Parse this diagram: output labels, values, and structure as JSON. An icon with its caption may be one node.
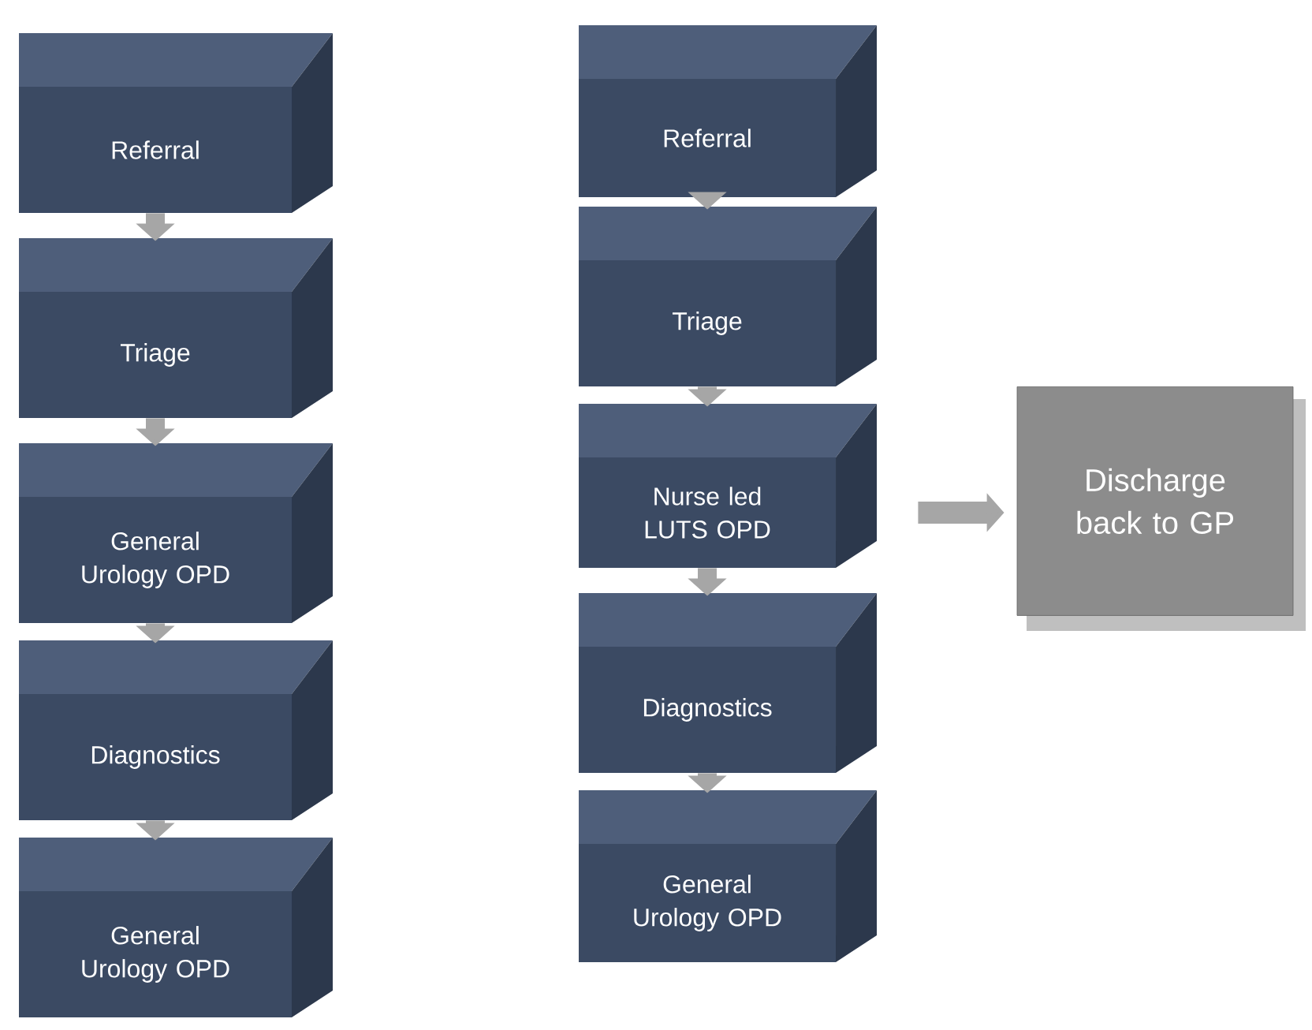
{
  "diagram": {
    "nodes": [
      {
        "text": [
          "Referral"
        ]
      },
      {
        "text": [
          "Triage"
        ]
      },
      {
        "text": [
          "General Urology OPD"
        ]
      },
      {
        "text": [
          "Diagnostics"
        ]
      },
      {
        "text": [
          "General Urology OPD"
        ]
      },
      {
        "text": [
          "Referral"
        ]
      },
      {
        "text": [
          "Triage"
        ]
      },
      {
        "text": [
          "Nurse led LUTS OPD"
        ]
      },
      {
        "text": [
          "Diagnostics"
        ]
      },
      {
        "text": [
          "General Urology OPD"
        ]
      },
      {
        "text": [
          "Discharge back to GP"
        ]
      }
    ],
    "edges": [
      {
        "from": 0,
        "to": 1,
        "arrow": "to"
      },
      {
        "from": 1,
        "to": 2,
        "arrow": "to"
      },
      {
        "from": 2,
        "to": 3,
        "arrow": "to"
      },
      {
        "from": 3,
        "to": 4,
        "arrow": "to"
      },
      {
        "from": 5,
        "to": 6,
        "arrow": "to"
      },
      {
        "from": 6,
        "to": 7,
        "arrow": "to"
      },
      {
        "from": 7,
        "to": 8,
        "arrow": "to"
      },
      {
        "from": 8,
        "to": 9,
        "arrow": "to"
      },
      {
        "from": 7,
        "to": 10,
        "arrow": "to"
      }
    ]
  }
}
